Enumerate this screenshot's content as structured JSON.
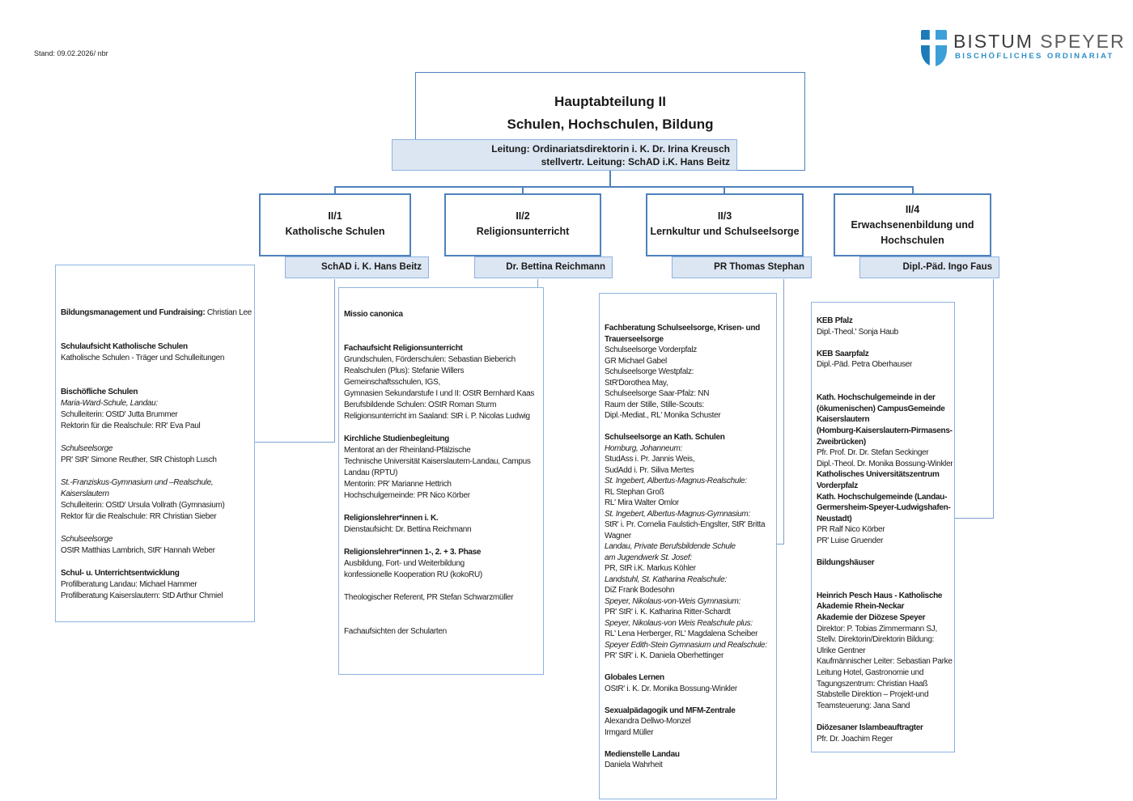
{
  "stand": "Stand: 09.02.2026/ nbr",
  "logo": {
    "title1": "BISTUM",
    "title2": "SPEYER",
    "subtitle": "BISCHÖFLICHES ORDINARIAT",
    "brand_blue": "#2d8fc9"
  },
  "colors": {
    "box_border": "#4f81bd",
    "detail_border": "#8db3e2",
    "leader_fill": "#dce6f2"
  },
  "root": {
    "title_line1": "Hauptabteilung II",
    "title_line2": "Schulen, Hochschulen, Bildung",
    "leitung_line1": "Leitung: Ordinariatsdirektorin i. K. Dr. Irina Kreusch",
    "leitung_line2": "stellvertr. Leitung: SchAD i.K. Hans Beitz"
  },
  "departments": [
    {
      "id": "II/1",
      "name": "Katholische Schulen",
      "leader": "SchAD i. K. Hans Beitz"
    },
    {
      "id": "II/2",
      "name": "Religionsunterricht",
      "leader": "Dr. Bettina Reichmann"
    },
    {
      "id": "II/3",
      "name": "Lernkultur und Schulseelsorge",
      "leader": "PR Thomas Stephan"
    },
    {
      "id": "II/4",
      "name": "Erwachsenenbildung und Hochschulen",
      "leader": "Dipl.-Päd. Ingo Faus"
    }
  ],
  "detail_boxes": [
    {
      "lines": [
        {
          "parts": [
            {
              "t": "Bildungsmanagement und Fundraising:",
              "s": "b"
            },
            {
              "t": " Christian Lee",
              "s": "n"
            }
          ]
        },
        {},
        {},
        {
          "t": "Schulaufsicht Katholische Schulen",
          "s": "b"
        },
        {
          "t": "Katholische Schulen - Träger und Schulleitungen",
          "s": "n"
        },
        {},
        {},
        {
          "t": "Bischöfliche Schulen",
          "s": "b"
        },
        {
          "t": "Maria-Ward-Schule, Landau:",
          "s": "i"
        },
        {
          "t": "Schulleiterin: OStD' Jutta Brummer",
          "s": "n"
        },
        {
          "t": "Rektorin für die Realschule: RR' Eva Paul",
          "s": "n"
        },
        {},
        {
          "t": "Schulseelsorge",
          "s": "i"
        },
        {
          "t": "PR' StR' Simone Reuther, StR Chistoph Lusch",
          "s": "n"
        },
        {},
        {
          "t": "St.-Franziskus-Gymnasium und –Realschule,",
          "s": "i"
        },
        {
          "t": "Kaiserslautern",
          "s": "i"
        },
        {
          "t": "Schulleiterin: OStD' Ursula Vollrath (Gymnasium)",
          "s": "n"
        },
        {
          "t": "Rektor für die Realschule: RR Christian Sieber",
          "s": "n"
        },
        {},
        {
          "t": "Schulseelsorge",
          "s": "i"
        },
        {
          "t": "OStR Matthias Lambrich, StR' Hannah Weber",
          "s": "n"
        },
        {},
        {
          "t": "Schul- u. Unterrichtsentwicklung",
          "s": "b"
        },
        {
          "t": "Profilberatung Landau: Michael Hammer",
          "s": "n"
        },
        {
          "t": "Profilberatung Kaiserslautern: StD Arthur Chmiel",
          "s": "n"
        }
      ]
    },
    {
      "lines": [
        {
          "t": "Missio canonica",
          "s": "b"
        },
        {},
        {},
        {
          "t": "Fachaufsicht Religionsunterricht",
          "s": "b"
        },
        {
          "t": "Grundschulen, Förderschulen: Sebastian Bieberich",
          "s": "n"
        },
        {
          "t": "Realschulen (Plus): Stefanie Willers",
          "s": "n"
        },
        {
          "t": "Gemeinschaftsschulen, IGS,",
          "s": "n"
        },
        {
          "t": "Gymnasien Sekundarstufe  I und II: OStR Bernhard Kaas",
          "s": "n"
        },
        {
          "t": "Berufsbildende Schulen: OStR Roman Sturm",
          "s": "n"
        },
        {
          "t": "Religionsunterricht im Saaland: StR i. P. Nicolas Ludwig",
          "s": "n"
        },
        {},
        {
          "t": "Kirchliche Studienbegleitung",
          "s": "b"
        },
        {
          "t": "Mentorat an der Rheinland-Pfälzische",
          "s": "n"
        },
        {
          "t": "Technische Universität Kaiserslautern-Landau, Campus",
          "s": "n"
        },
        {
          "t": "Landau  (RPTU)",
          "s": "n"
        },
        {
          "t": "Mentorin: PR' Marianne Hettrich",
          "s": "n"
        },
        {
          "t": "Hochschulgemeinde: PR Nico Körber",
          "s": "n"
        },
        {},
        {
          "t": "Religionslehrer*innen i. K.",
          "s": "b"
        },
        {
          "t": "Dienstaufsicht: Dr. Bettina Reichmann",
          "s": "n"
        },
        {},
        {
          "t": "Religionslehrer*innen 1-, 2. + 3. Phase",
          "s": "b"
        },
        {
          "t": "Ausbildung, Fort- und Weiterbildung",
          "s": "n"
        },
        {
          "t": "konfessionelle Kooperation RU (kokoRU)",
          "s": "n"
        },
        {},
        {
          "t": "Theologischer Referent, PR Stefan Schwarzmüller",
          "s": "n"
        },
        {},
        {},
        {
          "t": "Fachaufsichten der Schularten",
          "s": "n"
        }
      ]
    },
    {
      "lines": [
        {
          "t": "Fachberatung Schulseelsorge, Krisen- und",
          "s": "b"
        },
        {
          "t": "Trauerseelsorge",
          "s": "b"
        },
        {
          "t": "Schulseelsorge Vorderpfalz",
          "s": "n"
        },
        {
          "t": " GR Michael Gabel",
          "s": "n"
        },
        {
          "t": "Schulseelsorge Westpfalz:",
          "s": "n"
        },
        {
          "t": "StR'Dorothea May,",
          "s": "n"
        },
        {
          "t": "Schulseelsorge Saar-Pfalz: NN",
          "s": "n"
        },
        {
          "t": "Raum der Stille, Stille-Scouts:",
          "s": "n"
        },
        {
          "t": "Dipl.-Mediat., RL' Monika Schuster",
          "s": "n"
        },
        {},
        {
          "t": "Schulseelsorge an Kath. Schulen",
          "s": "b"
        },
        {
          "t": "Homburg, Johanneum:",
          "s": "i"
        },
        {
          "t": "StudAss i. Pr. Jannis Weis,",
          "s": "n"
        },
        {
          "t": "SudAdd i. Pr. Siliva Mertes",
          "s": "n"
        },
        {
          "t": "St. Ingebert, Albertus-Magnus-Realschule:",
          "s": "i"
        },
        {
          "t": "RL Stephan Groß",
          "s": "n"
        },
        {
          "t": "RL' Mira Walter Omlor",
          "s": "n"
        },
        {
          "t": "St. Ingebert, Albertus-Magnus-Gymnasium:",
          "s": "i"
        },
        {
          "t": "StR' i. Pr. Cornelia Faulstich-Engslter, StR' Britta",
          "s": "n"
        },
        {
          "t": "Wagner",
          "s": "n"
        },
        {
          "t": "Landau,  Private Berufsbildende Schule",
          "s": "i"
        },
        {
          "t": "am Jugendwerk St. Josef:",
          "s": "i"
        },
        {
          "t": "PR, StR i.K. Markus Köhler",
          "s": "n"
        },
        {
          "t": "Landstuhl, St. Katharina Realschule:",
          "s": "i"
        },
        {
          "t": "DiZ Frank Bodesohn",
          "s": "n"
        },
        {
          "t": "Speyer, Nikolaus-von-Weis Gymnasium:",
          "s": "i"
        },
        {
          "t": "PR' StR' i. K. Katharina Ritter-Schardt",
          "s": "n"
        },
        {
          "t": "Speyer, Nikolaus-von Weis Realschule plus:",
          "s": "i"
        },
        {
          "t": "RL' Lena Herberger, RL' Magdalena Scheiber",
          "s": "n"
        },
        {
          "t": "Speyer Edith-Stein Gymnasium und Realschule:",
          "s": "i"
        },
        {
          "t": "PR' StR' i. K. Daniela Oberhettinger",
          "s": "n"
        },
        {},
        {
          "t": "Globales Lernen",
          "s": "b"
        },
        {
          "t": "OStR' i. K. Dr. Monika Bossung-Winkler",
          "s": "n"
        },
        {},
        {
          "t": "Sexualpädagogik und MFM-Zentrale",
          "s": "b"
        },
        {
          "t": "Alexandra Dellwo-Monzel",
          "s": "n"
        },
        {
          "t": "Irmgard Müller",
          "s": "n"
        },
        {},
        {
          "t": "Medienstelle Landau",
          "s": "b"
        },
        {
          "t": "Daniela Wahrheit",
          "s": "n"
        }
      ]
    },
    {
      "lines": [
        {
          "t": "KEB Pfalz",
          "s": "b"
        },
        {
          "t": "Dipl.-Theol.' Sonja Haub",
          "s": "n"
        },
        {},
        {
          "t": "KEB Saarpfalz",
          "s": "b"
        },
        {
          "t": "Dipl.-Päd. Petra Oberhauser",
          "s": "n"
        },
        {},
        {},
        {
          "t": "Kath. Hochschulgemeinde in der",
          "s": "b"
        },
        {
          "t": "(ökumenischen) CampusGemeinde",
          "s": "b"
        },
        {
          "t": "Kaiserslautern",
          "s": "b"
        },
        {
          "t": " (Homburg-Kaiserslautern-Pirmasens-",
          "s": "b"
        },
        {
          "t": "Zweibrücken)",
          "s": "b"
        },
        {
          "t": "Pfr. Prof. Dr. Dr. Stefan Seckinger",
          "s": "n"
        },
        {
          "t": "Dipl.-Theol. Dr. Monika Bossung-Winkler",
          "s": "n"
        },
        {
          "t": "Katholisches Universitätszentrum",
          "s": "b"
        },
        {
          "t": "Vorderpfalz",
          "s": "b"
        },
        {
          "t": "Kath. Hochschulgemeinde (Landau-",
          "s": "b"
        },
        {
          "t": "Germersheim-Speyer-Ludwigshafen-",
          "s": "b"
        },
        {
          "t": "Neustadt)",
          "s": "b"
        },
        {
          "t": "PR Ralf Nico Körber",
          "s": "n"
        },
        {
          "t": "PR' Luise Gruender",
          "s": "n"
        },
        {},
        {
          "t": "Bildungshäuser",
          "s": "b"
        },
        {},
        {},
        {
          "t": "Heinrich Pesch Haus - Katholische",
          "s": "b"
        },
        {
          "t": "Akademie Rhein-Neckar",
          "s": "b"
        },
        {
          "t": "Akademie der Diözese Speyer",
          "s": "b"
        },
        {
          "t": "Direktor:  P. Tobias Zimmermann SJ,",
          "s": "n"
        },
        {
          "t": "Stellv. Direktorin/Direktorin Bildung:",
          "s": "n"
        },
        {
          "t": "Ulrike Gentner",
          "s": "n"
        },
        {
          "t": "Kaufmännischer Leiter: Sebastian Parker",
          "s": "n"
        },
        {
          "t": "Leitung Hotel, Gastronomie und",
          "s": "n"
        },
        {
          "t": "Tagungszentrum: Christian Haaß",
          "s": "n"
        },
        {
          "t": "Stabstelle Direktion – Projekt-und",
          "s": "n"
        },
        {
          "t": "Teamsteuerung: Jana Sand",
          "s": "n"
        },
        {},
        {
          "t": "Diözesaner Islambeauftragter",
          "s": "b"
        },
        {
          "t": "Pfr. Dr. Joachim Reger",
          "s": "n"
        }
      ]
    }
  ]
}
